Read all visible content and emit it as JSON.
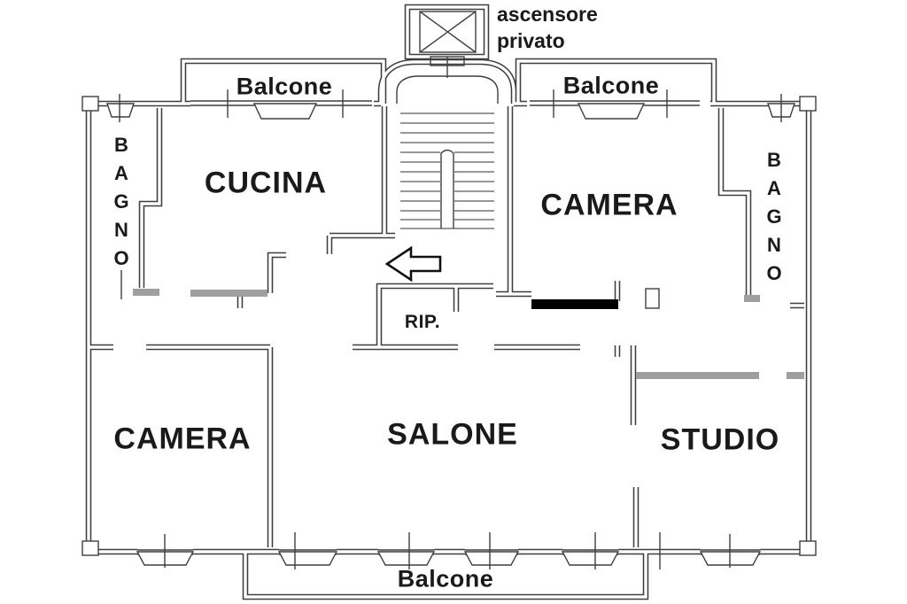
{
  "drawing_type": "apartment-floor-plan",
  "labels": {
    "elevator": {
      "line1": "ascensore",
      "line2": "privato"
    },
    "balcony_top_left": "Balcone",
    "balcony_top_right": "Balcone",
    "balcony_bottom": "Balcone",
    "rooms": {
      "cucina": "CUCINA",
      "camera_top": "CAMERA",
      "camera_bottom": "CAMERA",
      "salone": "SALONE",
      "studio": "STUDIO",
      "rip": "RIP."
    },
    "bagno_left": [
      "B",
      "A",
      "G",
      "N",
      "O"
    ],
    "bagno_right": [
      "B",
      "A",
      "G",
      "N",
      "O"
    ]
  },
  "icons": {
    "entrance_arrow": "left-block-arrow",
    "elevator_shaft": "crossed-box",
    "staircase": "u-shaped-stairs"
  },
  "colors": {
    "background": "#ffffff",
    "wall_line": "#3e3e3e",
    "wall_gray": "#9f9f9f",
    "door_threshold_bar": "#000000",
    "text": "#1a1a1a"
  }
}
